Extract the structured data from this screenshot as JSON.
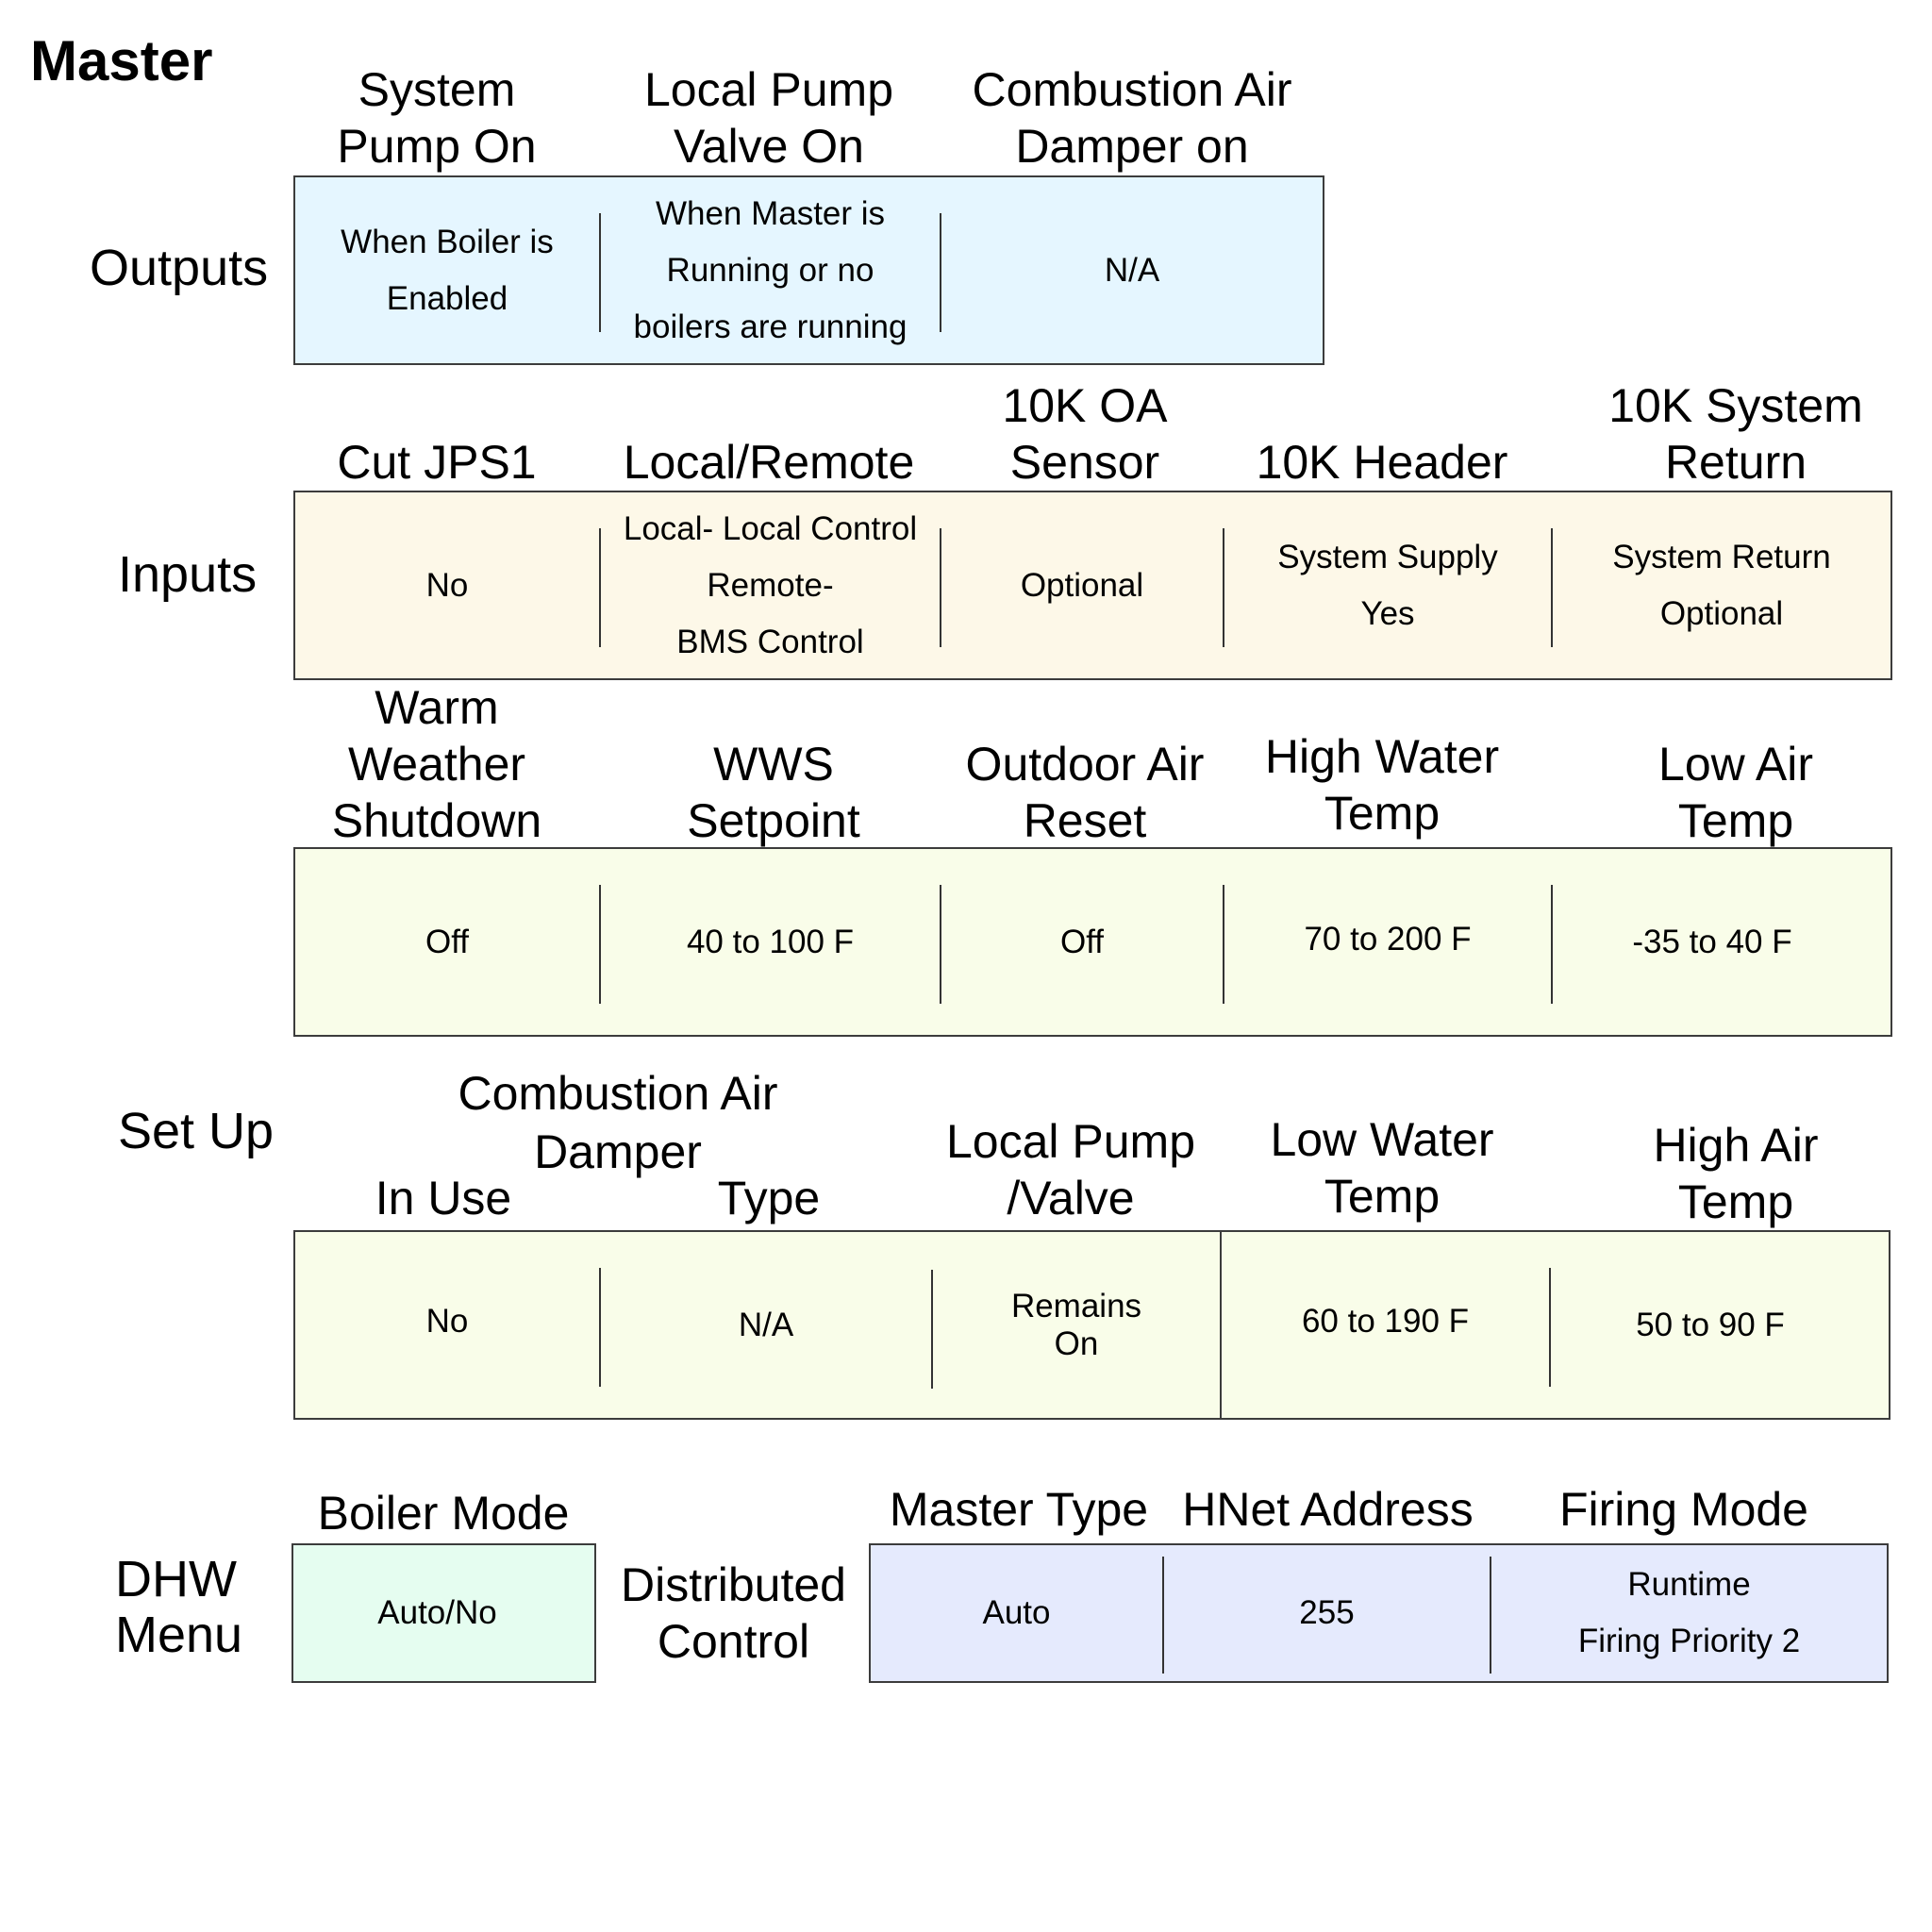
{
  "title": "Master",
  "sections": {
    "outputs": {
      "label": "Outputs",
      "headers": [
        [
          "System",
          "Pump On"
        ],
        [
          "Local Pump",
          "Valve On"
        ],
        [
          "Combustion Air",
          "Damper on"
        ]
      ],
      "values": [
        [
          "When Boiler is",
          "Enabled"
        ],
        [
          "When Master is",
          "Running or no",
          "boilers are running"
        ],
        [
          "N/A"
        ]
      ],
      "color": "#e5f6ff"
    },
    "inputs": {
      "label": "Inputs",
      "headers": [
        [
          "Cut JPS1"
        ],
        [
          "Local/Remote"
        ],
        [
          "10K OA",
          "Sensor"
        ],
        [
          "10K Header"
        ],
        [
          "10K System",
          "Return"
        ]
      ],
      "values": [
        [
          "No"
        ],
        [
          "Local- Local Control",
          "Remote-",
          "BMS Control"
        ],
        [
          "Optional"
        ],
        [
          "System Supply",
          "Yes"
        ],
        [
          "System Return",
          "Optional"
        ]
      ],
      "color": "#fdf8e8"
    },
    "setup": {
      "label": "Set Up",
      "row1": {
        "headers": [
          [
            "Warm",
            "Weather",
            "Shutdown"
          ],
          [
            "WWS",
            "Setpoint"
          ],
          [
            "Outdoor Air",
            "Reset"
          ],
          [
            "High Water",
            "Temp"
          ],
          [
            "Low Air",
            "Temp"
          ]
        ],
        "values": [
          [
            "Off"
          ],
          [
            "40 to 100 F"
          ],
          [
            "Off"
          ],
          [
            "70 to 200 F"
          ],
          [
            "-35 to 40 F"
          ]
        ]
      },
      "row2": {
        "group_header": [
          "Combustion Air",
          "Damper"
        ],
        "headers": [
          [
            "In Use"
          ],
          [
            "Type"
          ],
          [
            "Local Pump",
            "/Valve"
          ],
          [
            "Low Water",
            "Temp"
          ],
          [
            "High Air",
            "Temp"
          ]
        ],
        "values": [
          [
            "No"
          ],
          [
            "N/A"
          ],
          [
            "Remains",
            "On"
          ],
          [
            "60 to 190 F"
          ],
          [
            "50 to 90 F"
          ]
        ]
      },
      "color": "#f9fde9"
    },
    "dhw": {
      "label": [
        "DHW",
        "Menu"
      ],
      "header": "Boiler Mode",
      "value": "Auto/No",
      "color": "#e5fdf0"
    },
    "distributed": {
      "label": [
        "Distributed",
        "Control"
      ],
      "headers": [
        "Master Type",
        "HNet Address",
        "Firing Mode"
      ],
      "values": [
        [
          "Auto"
        ],
        [
          "255"
        ],
        [
          "Runtime",
          "Firing Priority 2"
        ]
      ],
      "color": "#e5eafd"
    }
  }
}
